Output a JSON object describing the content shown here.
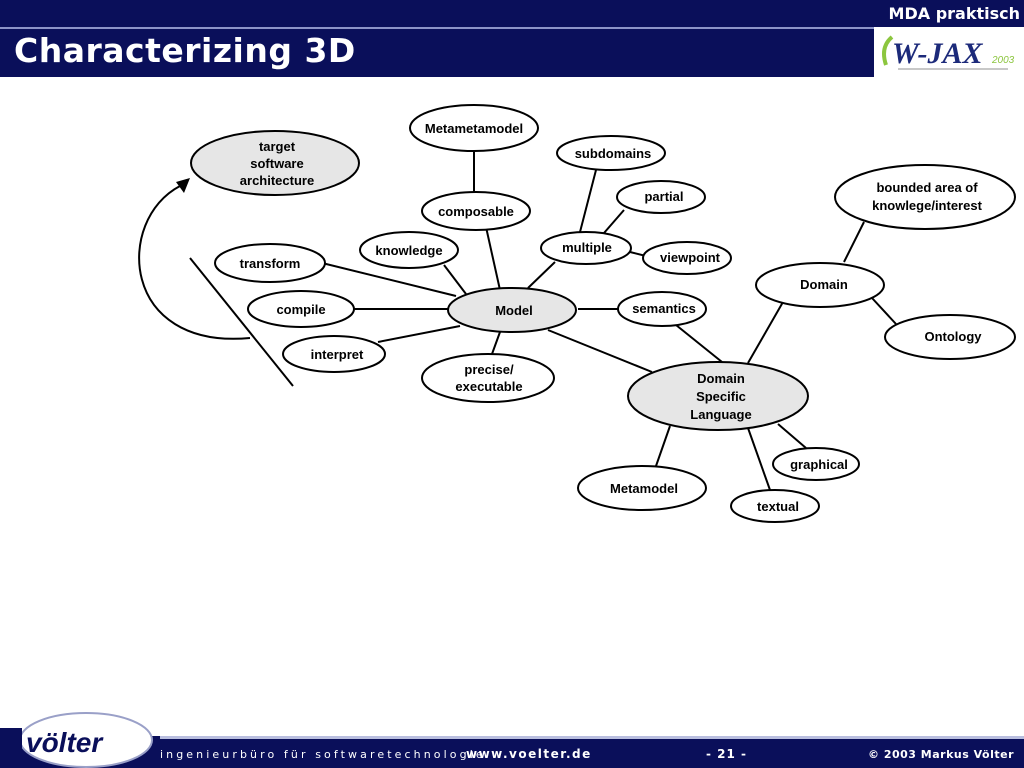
{
  "header": {
    "section_label": "MDA praktisch",
    "title": "Characterizing 3D",
    "conference_logo": {
      "name": "W-JAX",
      "text": "W-JAX",
      "year": "2003"
    }
  },
  "diagram": {
    "nodes": {
      "target_architecture": [
        "target",
        "software",
        "architecture"
      ],
      "metametamodel": "Metametamodel",
      "composable": "composable",
      "knowledge": "knowledge",
      "transform": "transform",
      "compile": "compile",
      "interpret": "interpret",
      "model": "Model",
      "precise_executable": [
        "precise/",
        "executable"
      ],
      "subdomains": "subdomains",
      "partial": "partial",
      "multiple": "multiple",
      "viewpoint": "viewpoint",
      "semantics": "semantics",
      "bounded_area": [
        "bounded area of",
        "knowlege/interest"
      ],
      "domain": "Domain",
      "ontology": "Ontology",
      "dsl": [
        "Domain",
        "Specific",
        "Language"
      ],
      "graphical": "graphical",
      "metamodel": "Metamodel",
      "textual": "textual"
    },
    "colors": {
      "center_fill": "#e6e6e6",
      "node_fill": "#ffffff",
      "stroke": "#000000"
    }
  },
  "footer": {
    "company_logo": "völter",
    "tagline": "ingenieurbüro für softwaretechnologie",
    "website": "www.voelter.de",
    "page": "- 21 -",
    "copyright": "© 2003 Markus Völter"
  },
  "colors": {
    "header_bg": "#0a0f5a",
    "header_text": "#ffffff",
    "logo_green": "#8cc63f",
    "logo_blue": "#1c2a7a"
  }
}
